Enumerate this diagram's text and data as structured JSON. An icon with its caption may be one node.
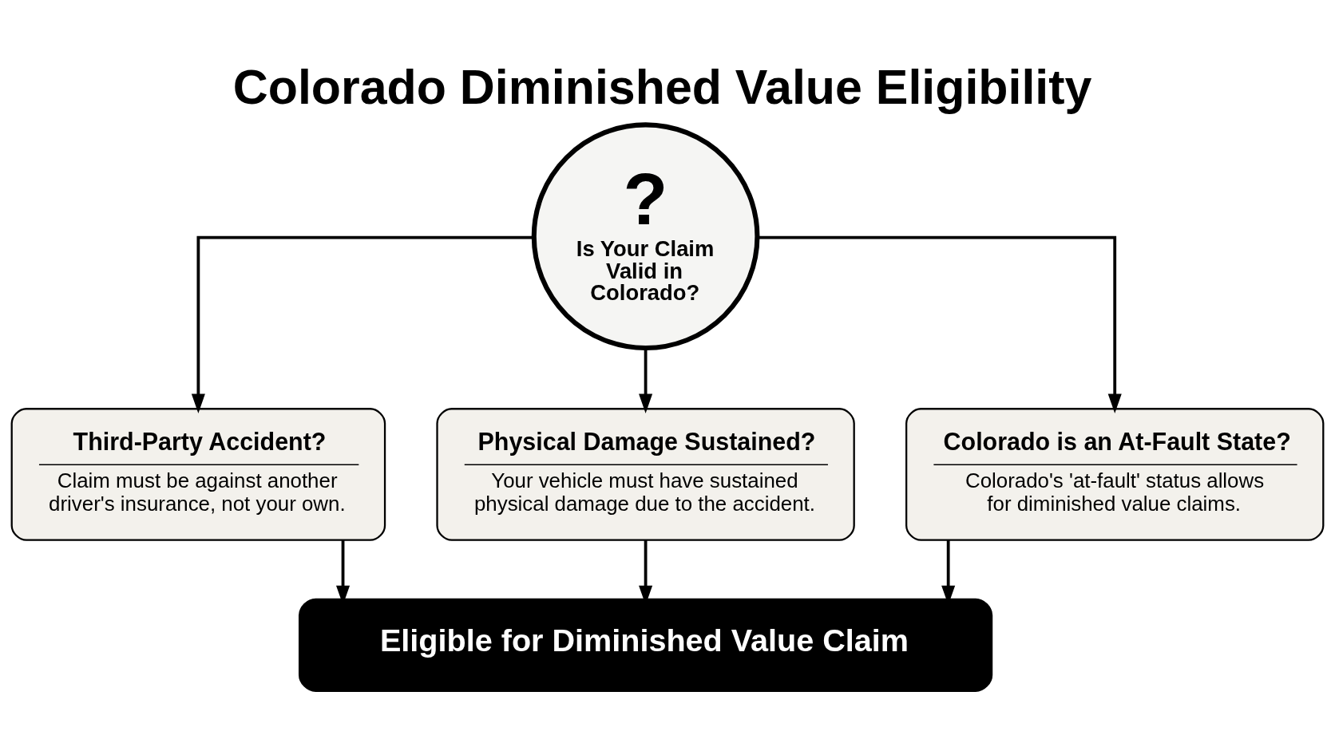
{
  "diagram": {
    "title": "Colorado Diminished Value Eligibility",
    "nodes": [
      {
        "text": [
          "?",
          "Is Your Claim Valid in Colorado?"
        ]
      },
      {
        "text": [
          "Third-Party Accident?",
          "Claim must be against another driver's insurance, not your own."
        ]
      },
      {
        "text": [
          "Physical Damage Sustained?",
          "Your vehicle must have sustained physical damage due to the accident."
        ]
      },
      {
        "text": [
          "Colorado is an At-Fault State?",
          "Colorado's 'at-fault' status allows for diminished value claims."
        ]
      },
      {
        "text": [
          "Eligible for Diminished Value Claim"
        ]
      }
    ],
    "edges": [
      {
        "from": 0,
        "to": 1,
        "arrow": "to"
      },
      {
        "from": 0,
        "to": 2,
        "arrow": "to"
      },
      {
        "from": 0,
        "to": 3,
        "arrow": "to"
      },
      {
        "from": 1,
        "to": 4,
        "arrow": "to"
      },
      {
        "from": 2,
        "to": 4,
        "arrow": "to"
      },
      {
        "from": 3,
        "to": 4,
        "arrow": "to"
      }
    ]
  }
}
